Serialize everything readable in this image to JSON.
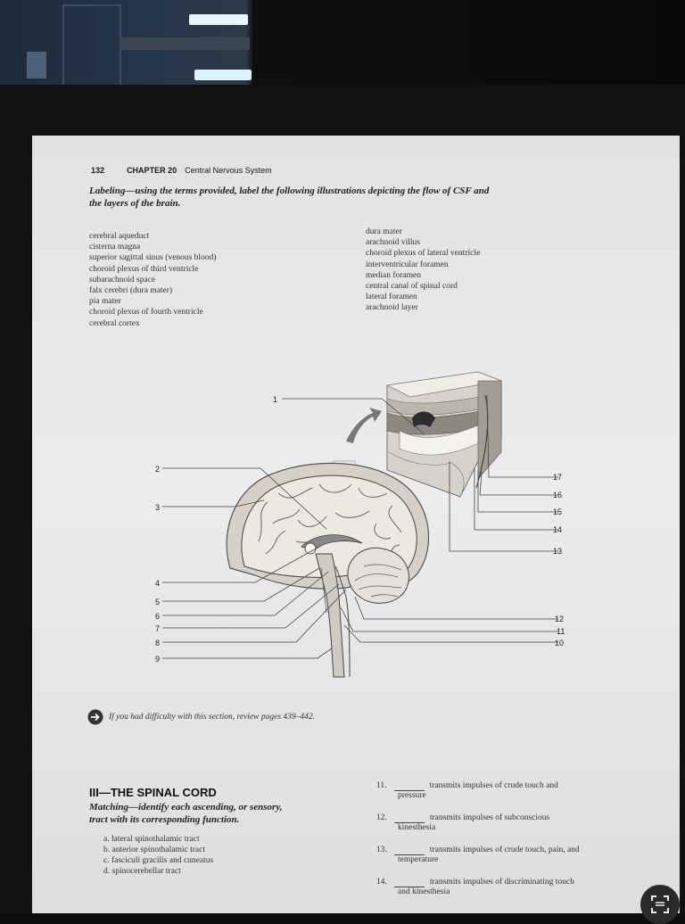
{
  "header": {
    "page_number": "132",
    "chapter": "CHAPTER 20",
    "chapter_title": "Central Nervous System"
  },
  "labeling": {
    "instructions_line1": "Labeling—using the terms provided, label the following illustrations depicting the flow of CSF and",
    "instructions_line2": "the layers of the brain.",
    "terms_left": [
      "cerebral aqueduct",
      "cisterna magna",
      "superior sagittal sinus (venous blood)",
      "choroid plexus of third ventricle",
      "subarachnoid space",
      "falx cerebri (dura mater)",
      "pia mater",
      "choroid plexus of fourth ventricle",
      "cerebral cortex"
    ],
    "terms_right": [
      "dura mater",
      "arachnoid villus",
      "choroid plexus of lateral ventricle",
      "interventricular foramen",
      "median foramen",
      "central canal of spinal cord",
      "lateral foramen",
      "arachnoid layer"
    ],
    "diagram_labels": [
      "1",
      "2",
      "3",
      "4",
      "5",
      "6",
      "7",
      "8",
      "9",
      "10",
      "11",
      "12",
      "13",
      "14",
      "15",
      "16",
      "17"
    ]
  },
  "review_note": "If you had difficulty with this section, review pages 439–442.",
  "spinal_cord": {
    "title": "III—THE SPINAL CORD",
    "instructions_line1": "Matching—identify each ascending, or sensory,",
    "instructions_line2": "tract with its corresponding function.",
    "options": [
      "a. lateral spinothalamic tract",
      "b. anterior spinothalamic tract",
      "c. fasciculi gracilis and cuneatus",
      "d. spinocerebellar tract"
    ],
    "questions": [
      {
        "num": "11.",
        "line1": "transmits impulses of crude touch and",
        "line2": "pressure"
      },
      {
        "num": "12.",
        "line1": "transmits impulses of subconscious",
        "line2": "kinesthesia"
      },
      {
        "num": "13.",
        "line1": "transmits impulses of crude touch, pain, and",
        "line2": "temperature"
      },
      {
        "num": "14.",
        "line1": "transmits impulses of discriminating touch",
        "line2": "and kinesthesia"
      }
    ]
  }
}
